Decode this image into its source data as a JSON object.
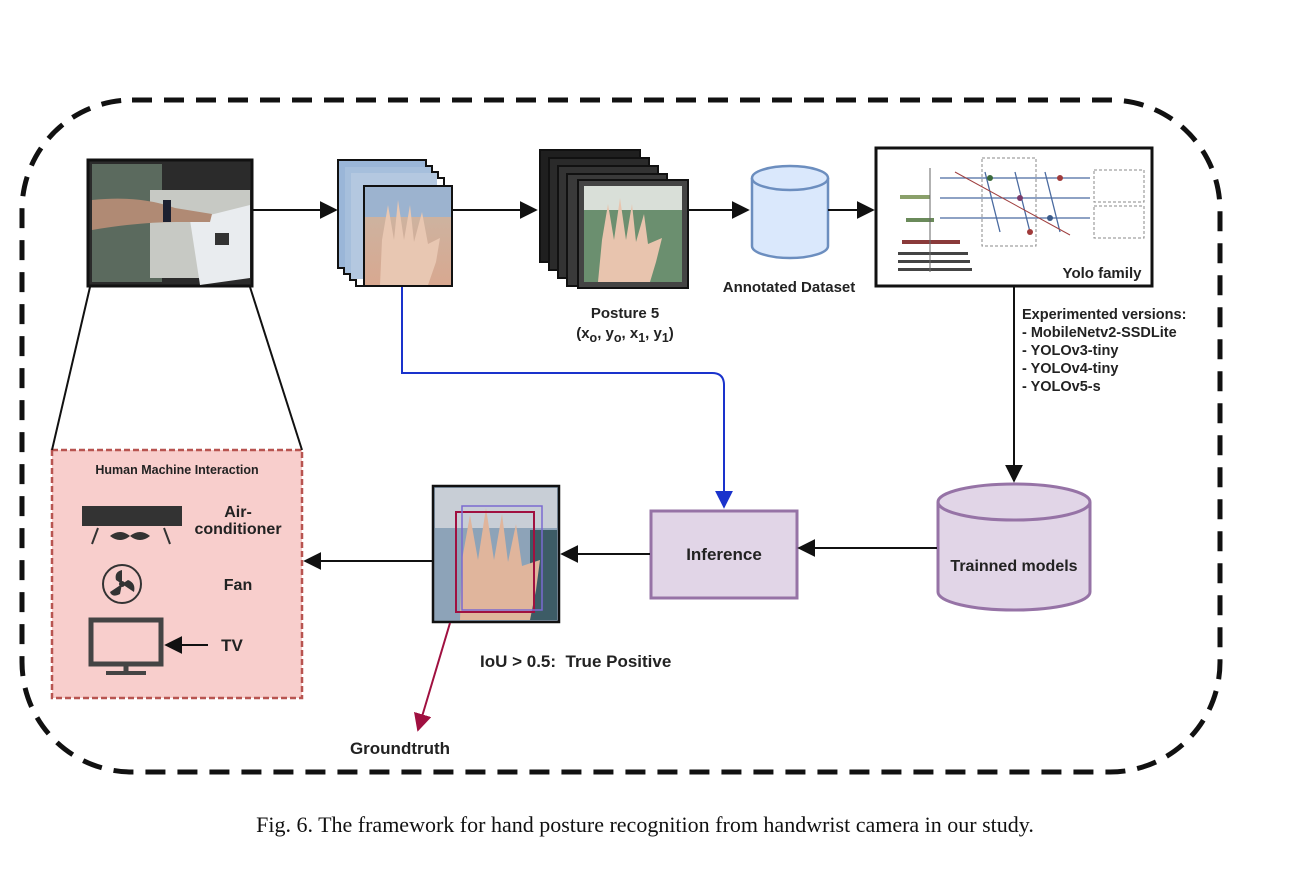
{
  "nodes": {
    "posture": "Posture 5",
    "annotated_dataset": "Annotated Dataset",
    "yolo_family": "Yolo family",
    "inference": "Inference",
    "trained_models": "Trainned models",
    "iou": "IoU > 0.5:  True Positive",
    "groundtruth": "Groundtruth"
  },
  "coords": {
    "x0": "x",
    "x0_sub": "o",
    "y0": "y",
    "y0_sub": "o",
    "x1": "x",
    "x1_sub": "1",
    "y1": "y",
    "y1_sub": "1"
  },
  "experimented": {
    "title": "Experimented versions:",
    "items": [
      "- MobileNetv2-SSDLite",
      "- YOLOv3-tiny",
      "- YOLOv4-tiny",
      "- YOLOv5-s"
    ]
  },
  "hmi": {
    "title": "Human Machine Interaction",
    "air_line1": "Air-",
    "air_line2": "conditioner",
    "fan": "Fan",
    "tv": "TV"
  },
  "caption": "Fig. 6.  The framework for hand posture recognition from handwrist camera in our study.",
  "colors": {
    "hmi_fill": "#f8cecc",
    "hmi_border": "#b85450",
    "inference_fill": "#e1d5e7",
    "inference_border": "#9673a6",
    "dataset_fill": "#dae8fc",
    "dataset_border": "#6c8ebf",
    "blue_arrow": "#1a33cc",
    "red_arrow": "#a01040"
  }
}
